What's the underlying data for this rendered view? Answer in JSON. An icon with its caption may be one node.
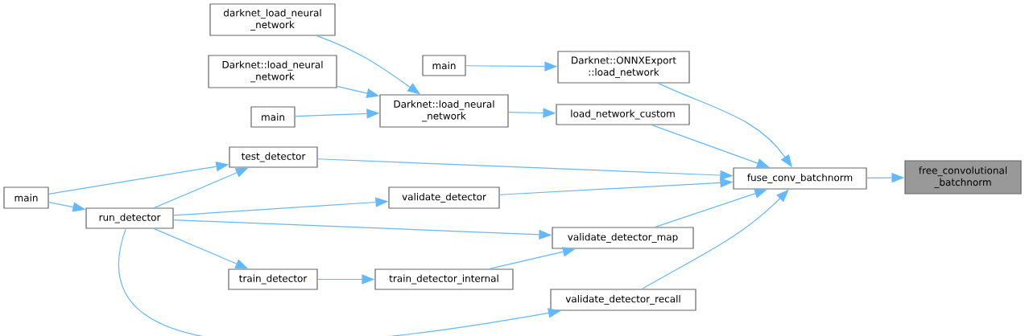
{
  "diagram": {
    "nodes": [
      {
        "text": [
          "free_convolutional _batchnorm"
        ]
      },
      {
        "text": [
          "fuse_conv_batchnorm"
        ]
      },
      {
        "text": [
          "Darknet::ONNXExport ::load_network"
        ]
      },
      {
        "text": [
          "load_network_custom"
        ]
      },
      {
        "text": [
          "main"
        ]
      },
      {
        "text": [
          "Darknet::load_neural _network"
        ]
      },
      {
        "text": [
          "darknet_load_neural _network"
        ]
      },
      {
        "text": [
          "Darknet::load_neural _network"
        ]
      },
      {
        "text": [
          "main"
        ]
      },
      {
        "text": [
          "test_detector"
        ]
      },
      {
        "text": [
          "validate_detector"
        ]
      },
      {
        "text": [
          "main"
        ]
      },
      {
        "text": [
          "run_detector"
        ]
      },
      {
        "text": [
          "validate_detector_map"
        ]
      },
      {
        "text": [
          "train_detector"
        ]
      },
      {
        "text": [
          "train_detector_internal"
        ]
      },
      {
        "text": [
          "validate_detector_recall"
        ]
      }
    ],
    "edges": [
      {
        "from": 1,
        "to": 0,
        "arrow": "to"
      },
      {
        "from": 2,
        "to": 1,
        "arrow": "to"
      },
      {
        "from": 3,
        "to": 1,
        "arrow": "to"
      },
      {
        "from": 4,
        "to": 2,
        "arrow": "to"
      },
      {
        "from": 5,
        "to": 3,
        "arrow": "to"
      },
      {
        "from": 6,
        "to": 5,
        "arrow": "to"
      },
      {
        "from": 7,
        "to": 5,
        "arrow": "to"
      },
      {
        "from": 8,
        "to": 5,
        "arrow": "to"
      },
      {
        "from": 9,
        "to": 1,
        "arrow": "to"
      },
      {
        "from": 10,
        "to": 1,
        "arrow": "to"
      },
      {
        "from": 13,
        "to": 1,
        "arrow": "to"
      },
      {
        "from": 16,
        "to": 1,
        "arrow": "to"
      },
      {
        "from": 11,
        "to": 9,
        "arrow": "to"
      },
      {
        "from": 11,
        "to": 12,
        "arrow": "to"
      },
      {
        "from": 12,
        "to": 9,
        "arrow": "to"
      },
      {
        "from": 12,
        "to": 10,
        "arrow": "to"
      },
      {
        "from": 12,
        "to": 13,
        "arrow": "to"
      },
      {
        "from": 12,
        "to": 14,
        "arrow": "to"
      },
      {
        "from": 12,
        "to": 16,
        "arrow": "to"
      },
      {
        "from": 14,
        "to": 15,
        "arrow": "to"
      },
      {
        "from": 15,
        "to": 13,
        "arrow": "to"
      }
    ]
  }
}
